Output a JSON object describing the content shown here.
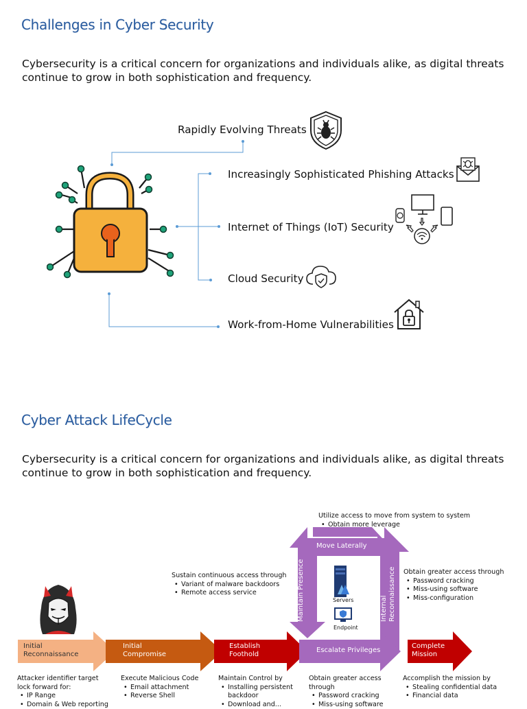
{
  "section1": {
    "title": "Challenges in Cyber Security",
    "paragraph": "Cybersecurity is a critical concern for organizations and individuals alike, as digital threats continue to grow in both sophistication and frequency.",
    "items": [
      {
        "label": "Rapidly Evolving Threats",
        "icon": "shield-bug-icon"
      },
      {
        "label": "Increasingly Sophisticated Phishing Attacks",
        "icon": "phishing-envelope-icon"
      },
      {
        "label": "Internet of Things (IoT) Security",
        "icon": "iot-devices-icon"
      },
      {
        "label": "Cloud Security",
        "icon": "cloud-shield-icon"
      },
      {
        "label": "Work-from-Home Vulnerabilities",
        "icon": "home-lock-icon"
      }
    ],
    "colors": {
      "lock_body": "#f5b13d",
      "lock_outline": "#1a1a1a",
      "node": "#1fa37a",
      "connector": "#5b9bd5",
      "keyhole": "#e8621c"
    }
  },
  "section2": {
    "title": "Cyber Attack LifeCycle",
    "paragraph": "Cybersecurity is a critical concern for organizations and individuals alike, as digital threats continue to grow in both sophistication and frequency.",
    "stages": [
      {
        "label_line1": "Initial",
        "label_line2": "Reconnaissance",
        "color": "#f4b183"
      },
      {
        "label_line1": "Initial",
        "label_line2": "Compromise",
        "color": "#c55a11"
      },
      {
        "label_line1": "Establish",
        "label_line2": "Foothold",
        "color": "#c00000"
      },
      {
        "label_line1": "Escalate Privileges",
        "label_line2": "",
        "color": "#9b59b6"
      },
      {
        "label_line1": "Complete",
        "label_line2": "Mission",
        "color": "#c00000"
      }
    ],
    "loop": {
      "move_laterally": "Move Laterally",
      "maintain_presence": "Maintain Presence",
      "internal_reconnaissance_1": "Internal",
      "internal_reconnaissance_2": "Reconnaissance",
      "color": "#a569bd"
    },
    "center_icons": {
      "servers": "Servers",
      "endpoint": "Endpoint"
    },
    "notes": {
      "lateral": {
        "heading": "Utilize access to move from system to system",
        "bullets": [
          "Obtain more leverage"
        ]
      },
      "sustain": {
        "heading": "Sustain continuous access through",
        "bullets": [
          "Variant of malware backdoors",
          "Remote access service"
        ]
      },
      "greater": {
        "heading": "Obtain greater access through",
        "bullets": [
          "Password cracking",
          "Miss-using software",
          "Miss-configuration"
        ]
      }
    },
    "bottom": [
      {
        "heading": "Attacker identifier target lock forward for:",
        "bullets": [
          "IP Range",
          "Domain & Web reporting"
        ]
      },
      {
        "heading": "Execute Malicious Code",
        "bullets": [
          "Email attachment",
          "Reverse Shell"
        ]
      },
      {
        "heading": "Maintain Control by",
        "bullets": [
          "Installing persistent backdoor",
          "Download and..."
        ]
      },
      {
        "heading": "Obtain greater access through",
        "bullets": [
          "Password cracking",
          "Miss-using software"
        ]
      },
      {
        "heading": "Accomplish the mission by",
        "bullets": [
          "Stealing confidential data",
          "Financial data"
        ]
      }
    ]
  }
}
